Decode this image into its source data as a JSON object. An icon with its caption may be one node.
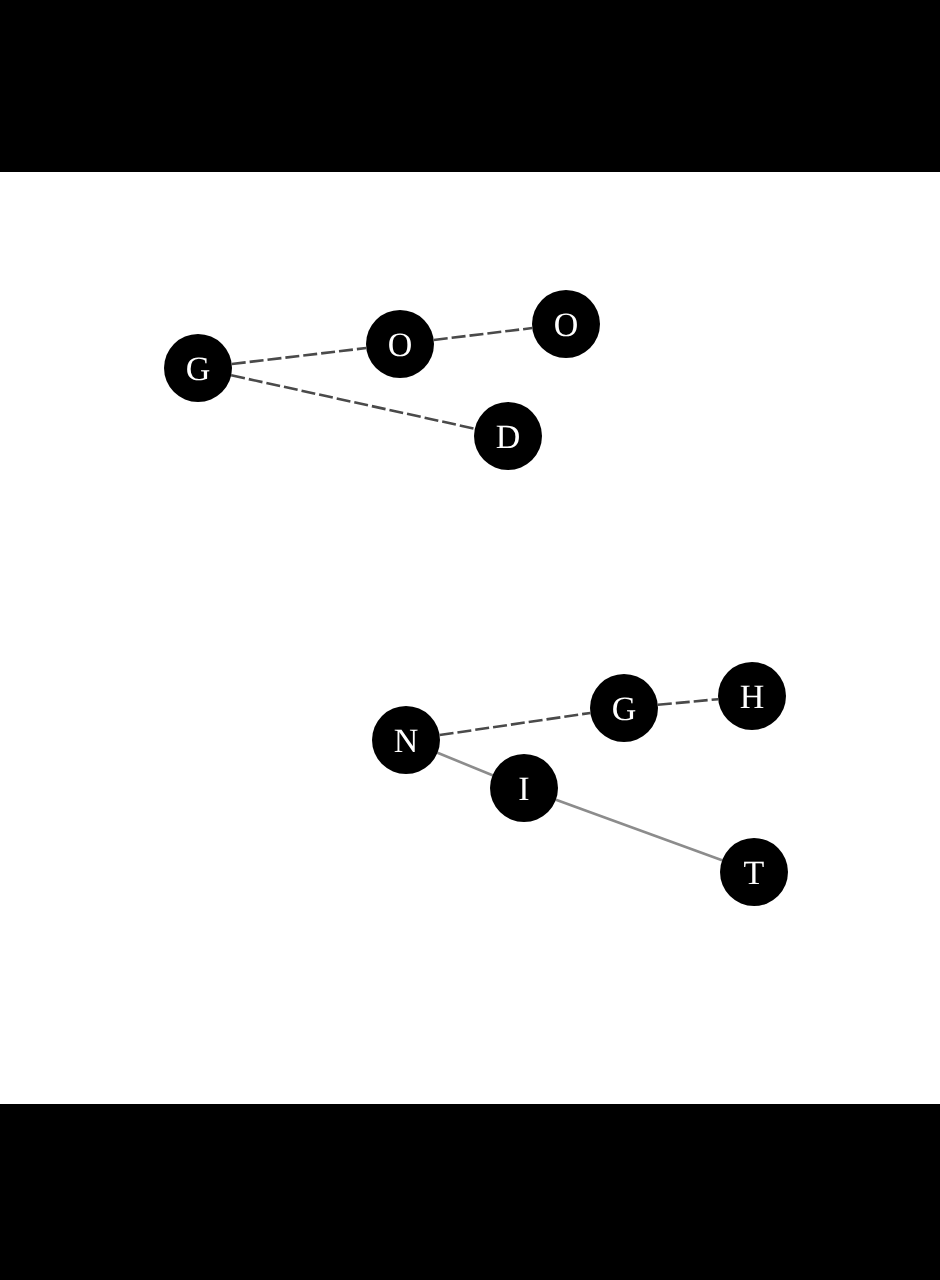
{
  "diagram": {
    "nodes": [
      {
        "text": [
          "G"
        ]
      },
      {
        "text": [
          "O"
        ]
      },
      {
        "text": [
          "O"
        ]
      },
      {
        "text": [
          "D"
        ]
      },
      {
        "text": [
          "N"
        ]
      },
      {
        "text": [
          "G"
        ]
      },
      {
        "text": [
          "H"
        ]
      },
      {
        "text": [
          "I"
        ]
      },
      {
        "text": [
          "T"
        ]
      }
    ],
    "edges": [
      {
        "from": 0,
        "to": 1,
        "arrow": "none",
        "style": "dashed"
      },
      {
        "from": 1,
        "to": 2,
        "arrow": "none",
        "style": "dashed"
      },
      {
        "from": 0,
        "to": 3,
        "arrow": "none",
        "style": "dashed"
      },
      {
        "from": 4,
        "to": 5,
        "arrow": "none",
        "style": "dashed"
      },
      {
        "from": 5,
        "to": 6,
        "arrow": "none",
        "style": "dashed"
      },
      {
        "from": 4,
        "to": 7,
        "arrow": "none",
        "color": "#8c8c8c"
      },
      {
        "from": 7,
        "to": 8,
        "arrow": "none",
        "color": "#8c8c8c"
      }
    ]
  }
}
